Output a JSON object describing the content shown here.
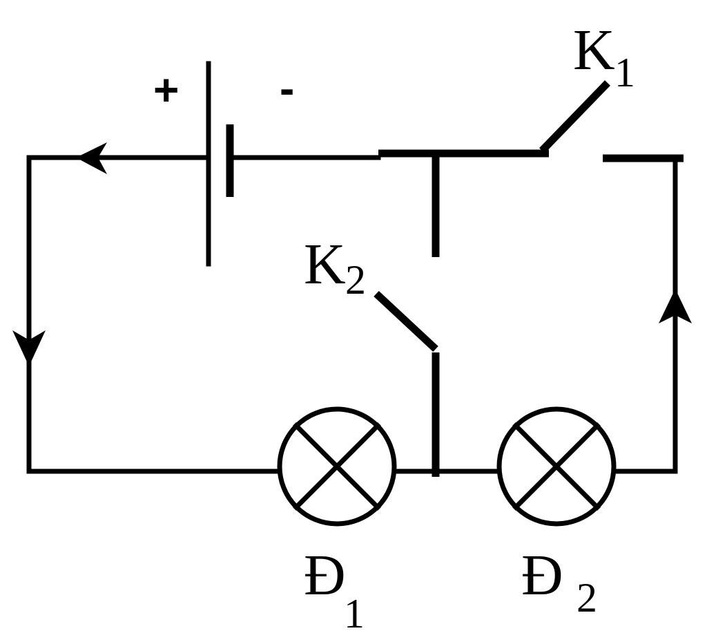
{
  "battery": {
    "plus_sign": "+",
    "minus_sign": "-"
  },
  "switches": [
    {
      "letter": "K",
      "index": "1"
    },
    {
      "letter": "K",
      "index": "2"
    }
  ],
  "lamps": [
    {
      "letter": "Đ",
      "index": "1"
    },
    {
      "letter": "Đ",
      "index": "2"
    }
  ]
}
